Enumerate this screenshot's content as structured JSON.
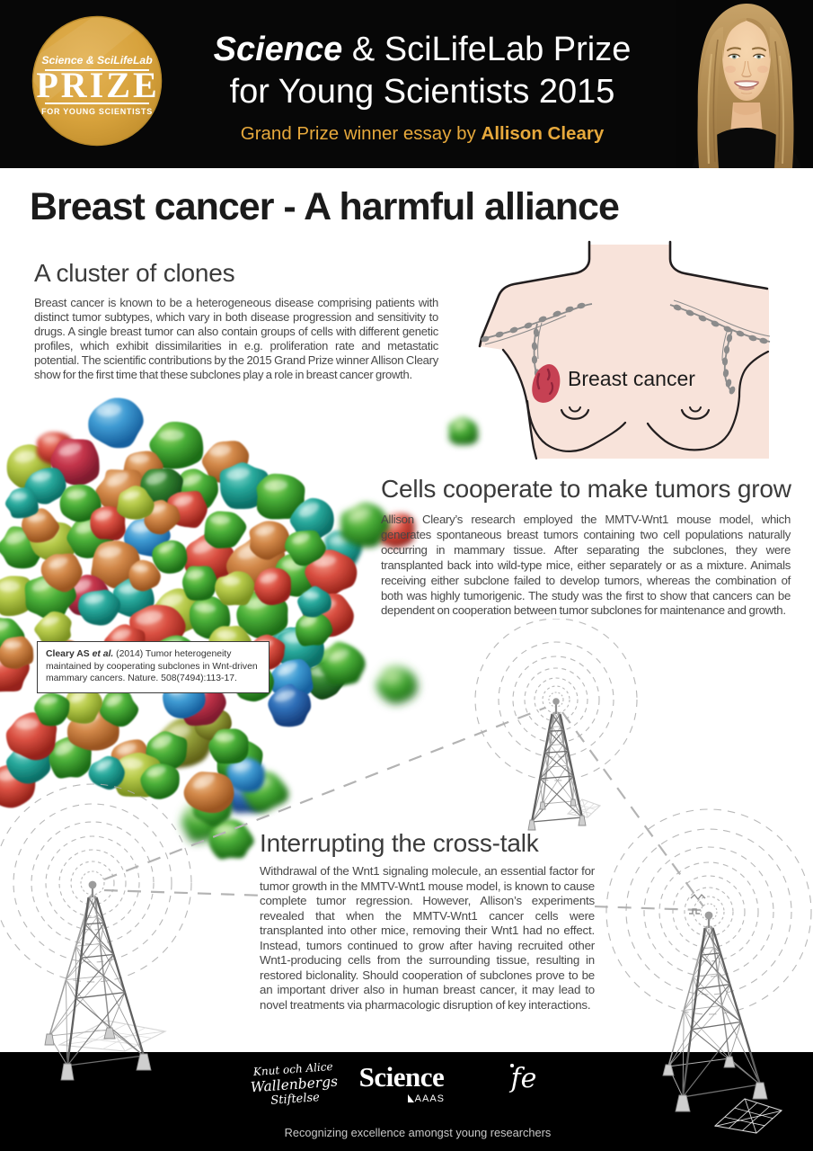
{
  "header": {
    "title_italic": "Science",
    "title_rest": " & SciLifeLab Prize",
    "title_line2": "for Young Scientists 2015",
    "subtitle_prefix": "Grand Prize winner essay by ",
    "subtitle_name": "Allison Cleary",
    "accent_gold": "#e7a93c"
  },
  "badge": {
    "brand_plain": "Science & SciLifeLab",
    "prize": "PRIZE",
    "for_young": "FOR YOUNG SCIENTISTS"
  },
  "article": {
    "main_title": "Breast cancer - A harmful alliance",
    "section1": {
      "heading": "A cluster of clones",
      "body": "Breast cancer is known to be a heterogeneous disease comprising patients with distinct tumor subtypes, which vary in both disease progression and sensitivity to drugs. A single breast tumor can also contain groups of cells with different genetic profiles, which exhibit dissimilarities in e.g. proliferation rate and metastatic potential. The scientific contributions by the 2015 Grand Prize winner Allison Cleary show for the first time that these subclones play a role in breast cancer growth."
    },
    "section2": {
      "heading": "Cells cooperate to make tumors grow",
      "body": "Allison Cleary’s research employed the MMTV-Wnt1 mouse model, which generates spontaneous breast tumors containing two cell populations naturally occurring in mammary tissue. After separating the subclones, they were transplanted back into wild-type mice, either separately or as a mixture. Animals receiving either subclone failed to develop tumors, whereas the combination of both was highly tumorigenic. The study was the first to show that cancers can be dependent on cooperation between tumor subclones for maintenance and growth."
    },
    "section3": {
      "heading": "Interrupting the cross-talk",
      "body": "Withdrawal of the Wnt1 signaling molecule, an essential factor for tumor growth in the MMTV-Wnt1 mouse model, is known to cause complete tumor regression. However, Allison’s experiments revealed that when the MMTV-Wnt1 cancer cells were transplanted into other mice, removing their Wnt1 had no effect. Instead, tumors continued to grow after having recruited other Wnt1-producing cells from the surrounding tissue, resulting in restored biclonality. Should cooperation of subclones prove to be an important driver also in human breast cancer, it may lead to novel treatments via pharmacologic disruption of key interactions."
    }
  },
  "torso": {
    "label": "Breast cancer"
  },
  "citation": {
    "author": "Cleary AS ",
    "etal": "et al.",
    "rest": " (2014) Tumor heterogeneity maintained by cooperating  subclones in Wnt-driven mammary cancers. Nature. 508(7494):113-17."
  },
  "footer": {
    "wallenberg_line1": "Knut och Alice",
    "wallenberg_line2": "Wallenbergs",
    "wallenberg_line3": "Stiftelse",
    "science_logo": "Science",
    "aaas": "AAAS",
    "fe_logo": "fe",
    "tagline": "Recognizing excellence amongst young researchers"
  }
}
